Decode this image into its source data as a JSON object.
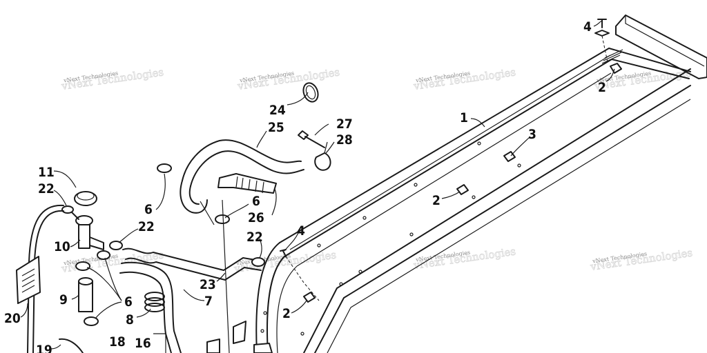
{
  "watermark": "vNext Technologies",
  "callouts": {
    "c1": "1",
    "c2a": "2",
    "c2b": "2",
    "c2c": "2",
    "c3": "3",
    "c4a": "4",
    "c4b": "4",
    "c6a": "6",
    "c6b": "6",
    "c6c": "6",
    "c7": "7",
    "c8": "8",
    "c9": "9",
    "c10": "10",
    "c11": "11",
    "c16": "16",
    "c18": "18",
    "c19": "19",
    "c20": "20",
    "c22a": "22",
    "c22b": "22",
    "c22c": "22",
    "c23": "23",
    "c24": "24",
    "c25": "25",
    "c26": "26",
    "c27": "27",
    "c28": "28"
  }
}
